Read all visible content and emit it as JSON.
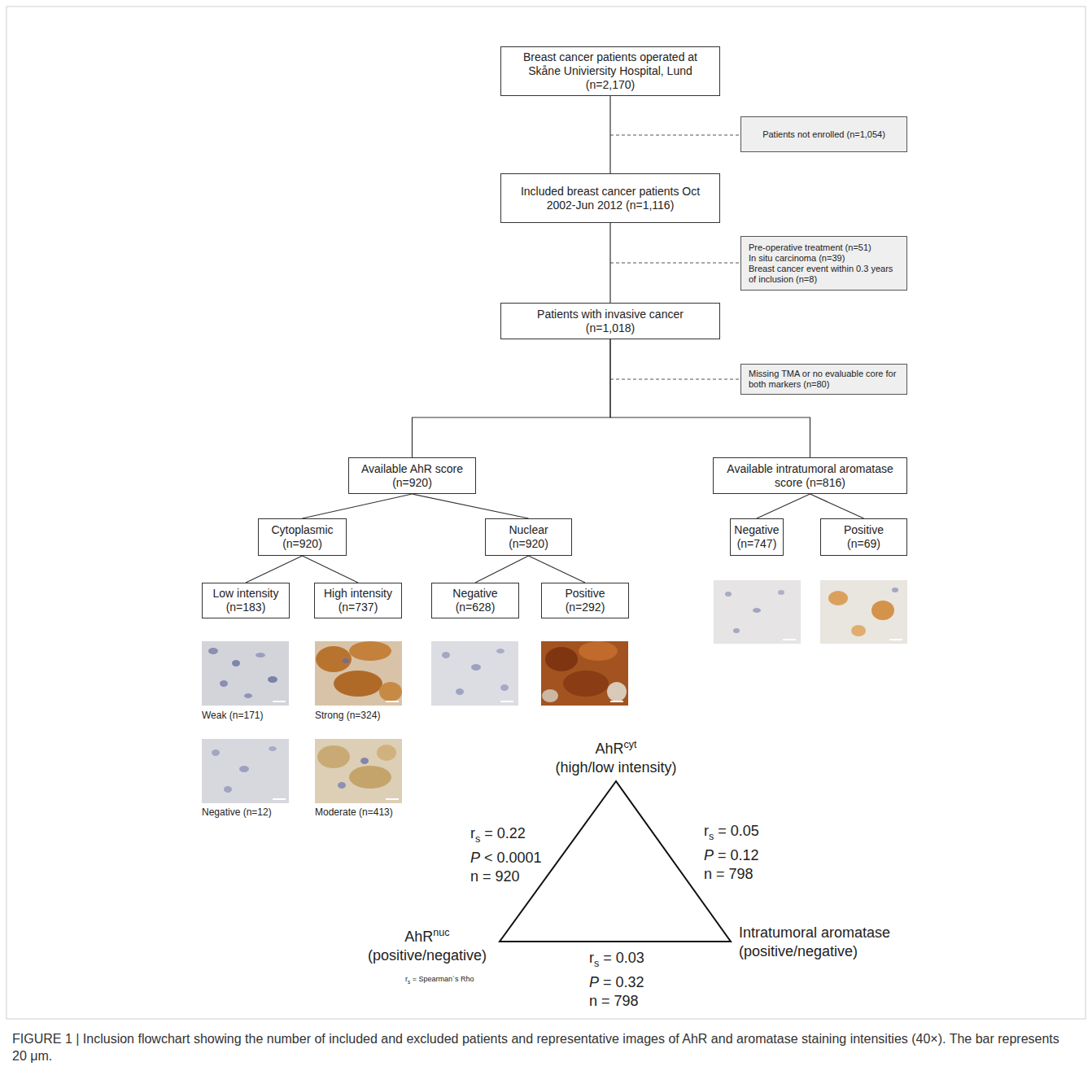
{
  "diagram": {
    "caption": "FIGURE 1 | Inclusion flowchart showing the number of included and excluded patients and representative images of AhR and aromatase staining intensities (40×). The bar represents 20 μm.",
    "nodes": [
      {
        "text": [
          "Breast cancer patients operated at Skåne Univiersity Hospital, Lund (n=2,170)"
        ]
      },
      {
        "text": [
          "Patients not enrolled (n=1,054)"
        ]
      },
      {
        "text": [
          "Included breast cancer patients Oct 2002-Jun 2012 (n=1,116)"
        ]
      },
      {
        "text": [
          "Pre-operative treatment (n=51)",
          "In situ carcinoma (n=39)",
          "Breast cancer event within 0.3 years of inclusion (n=8)"
        ]
      },
      {
        "text": [
          "Patients with invasive cancer (n=1,018)"
        ]
      },
      {
        "text": [
          "Missing TMA or no evaluable core for both markers (n=80)"
        ]
      },
      {
        "text": [
          "Available AhR score (n=920)"
        ]
      },
      {
        "text": [
          "Available intratumoral aromatase score (n=816)"
        ]
      },
      {
        "text": [
          "Cytoplasmic (n=920)"
        ]
      },
      {
        "text": [
          "Nuclear (n=920)"
        ]
      },
      {
        "text": [
          "Negative (n=747)"
        ]
      },
      {
        "text": [
          "Positive (n=69)"
        ]
      },
      {
        "text": [
          "Low intensity (n=183)"
        ]
      },
      {
        "text": [
          "High intensity (n=737)"
        ]
      },
      {
        "text": [
          "Negative (n=628)"
        ]
      },
      {
        "text": [
          "Positive (n=292)"
        ]
      }
    ],
    "edges": [
      {
        "from": 0,
        "to": 2,
        "arrow": "none"
      },
      {
        "from": 2,
        "to": 4,
        "arrow": "none"
      },
      {
        "from": 4,
        "to": 6,
        "arrow": "none"
      },
      {
        "from": 4,
        "to": 7,
        "arrow": "none"
      },
      {
        "from": 6,
        "to": 8,
        "arrow": "none"
      },
      {
        "from": 6,
        "to": 9,
        "arrow": "none"
      },
      {
        "from": 7,
        "to": 10,
        "arrow": "none"
      },
      {
        "from": 7,
        "to": 11,
        "arrow": "none"
      },
      {
        "from": 8,
        "to": 12,
        "arrow": "none"
      },
      {
        "from": 8,
        "to": 13,
        "arrow": "none"
      },
      {
        "from": 9,
        "to": 14,
        "arrow": "none"
      },
      {
        "from": 9,
        "to": 15,
        "arrow": "none"
      }
    ],
    "labels": [
      "Weak (n=171)",
      "Strong (n=324)",
      "Negative (n=12)",
      "Moderate (n=413)",
      "AhR",
      "cyt",
      "(high/low intensity)",
      "r",
      "s",
      "= 0.22",
      "P",
      "< 0.0001",
      "n = 920",
      "r",
      "s",
      "= 0.05",
      "P",
      "= 0.12",
      "n = 798",
      "AhR",
      "nuc",
      "(positive/negative)",
      "Intratumoral aromatase",
      "(positive/negative)",
      "r",
      "s",
      "= 0.03",
      "P",
      "= 0.32",
      "n = 798",
      "r",
      "s",
      "= Spearman`s Rho"
    ]
  }
}
